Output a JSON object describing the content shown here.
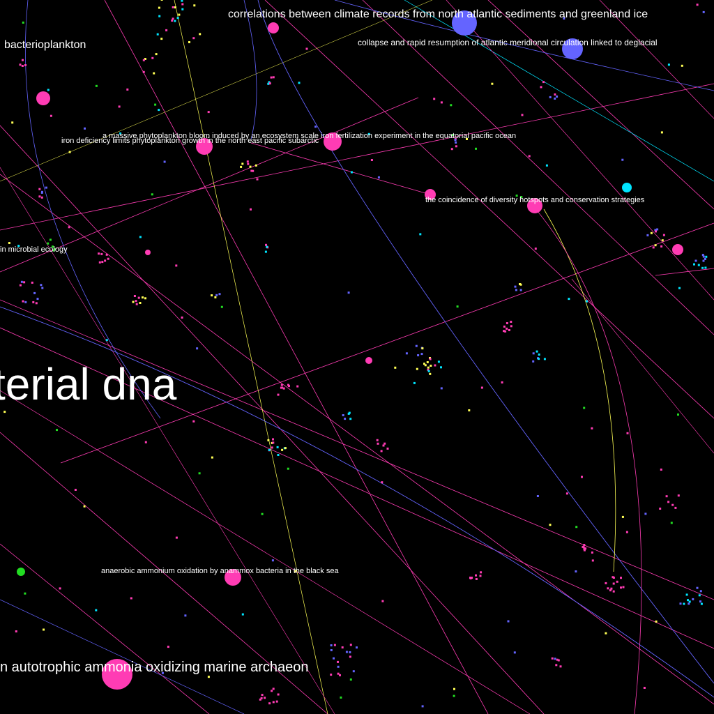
{
  "colors": {
    "background": "#000000",
    "pink": "#ff3cb4",
    "blue": "#6464ff",
    "cyan": "#00e5ff",
    "green": "#22dd22",
    "yellow": "#ffff55",
    "label": "#ffffff"
  },
  "labels": {
    "climate": "correlations between climate records from north atlantic sediments and greenland ice",
    "amoc": "collapse and rapid resumption of atlantic meridional circulation linked to deglacial",
    "bacterioplankton": "bacterioplankton",
    "bloom": "a massive phytoplankton bloom induced by an ecosystem scale iron fertilization experiment in the equatorial pacific ocean",
    "iron": "iron deficiency limits phytoplankton growth in the north east pacific subarctic",
    "hotspots": "the coincidence of diversity hotspots and conservation strategies",
    "microbial": "in microbial ecology",
    "dna": "terial dna",
    "anammox": "anaerobic ammonium oxidation by anammox bacteria in the black sea",
    "archaeon": "n autotrophic ammonia oxidizing marine archaeon"
  }
}
